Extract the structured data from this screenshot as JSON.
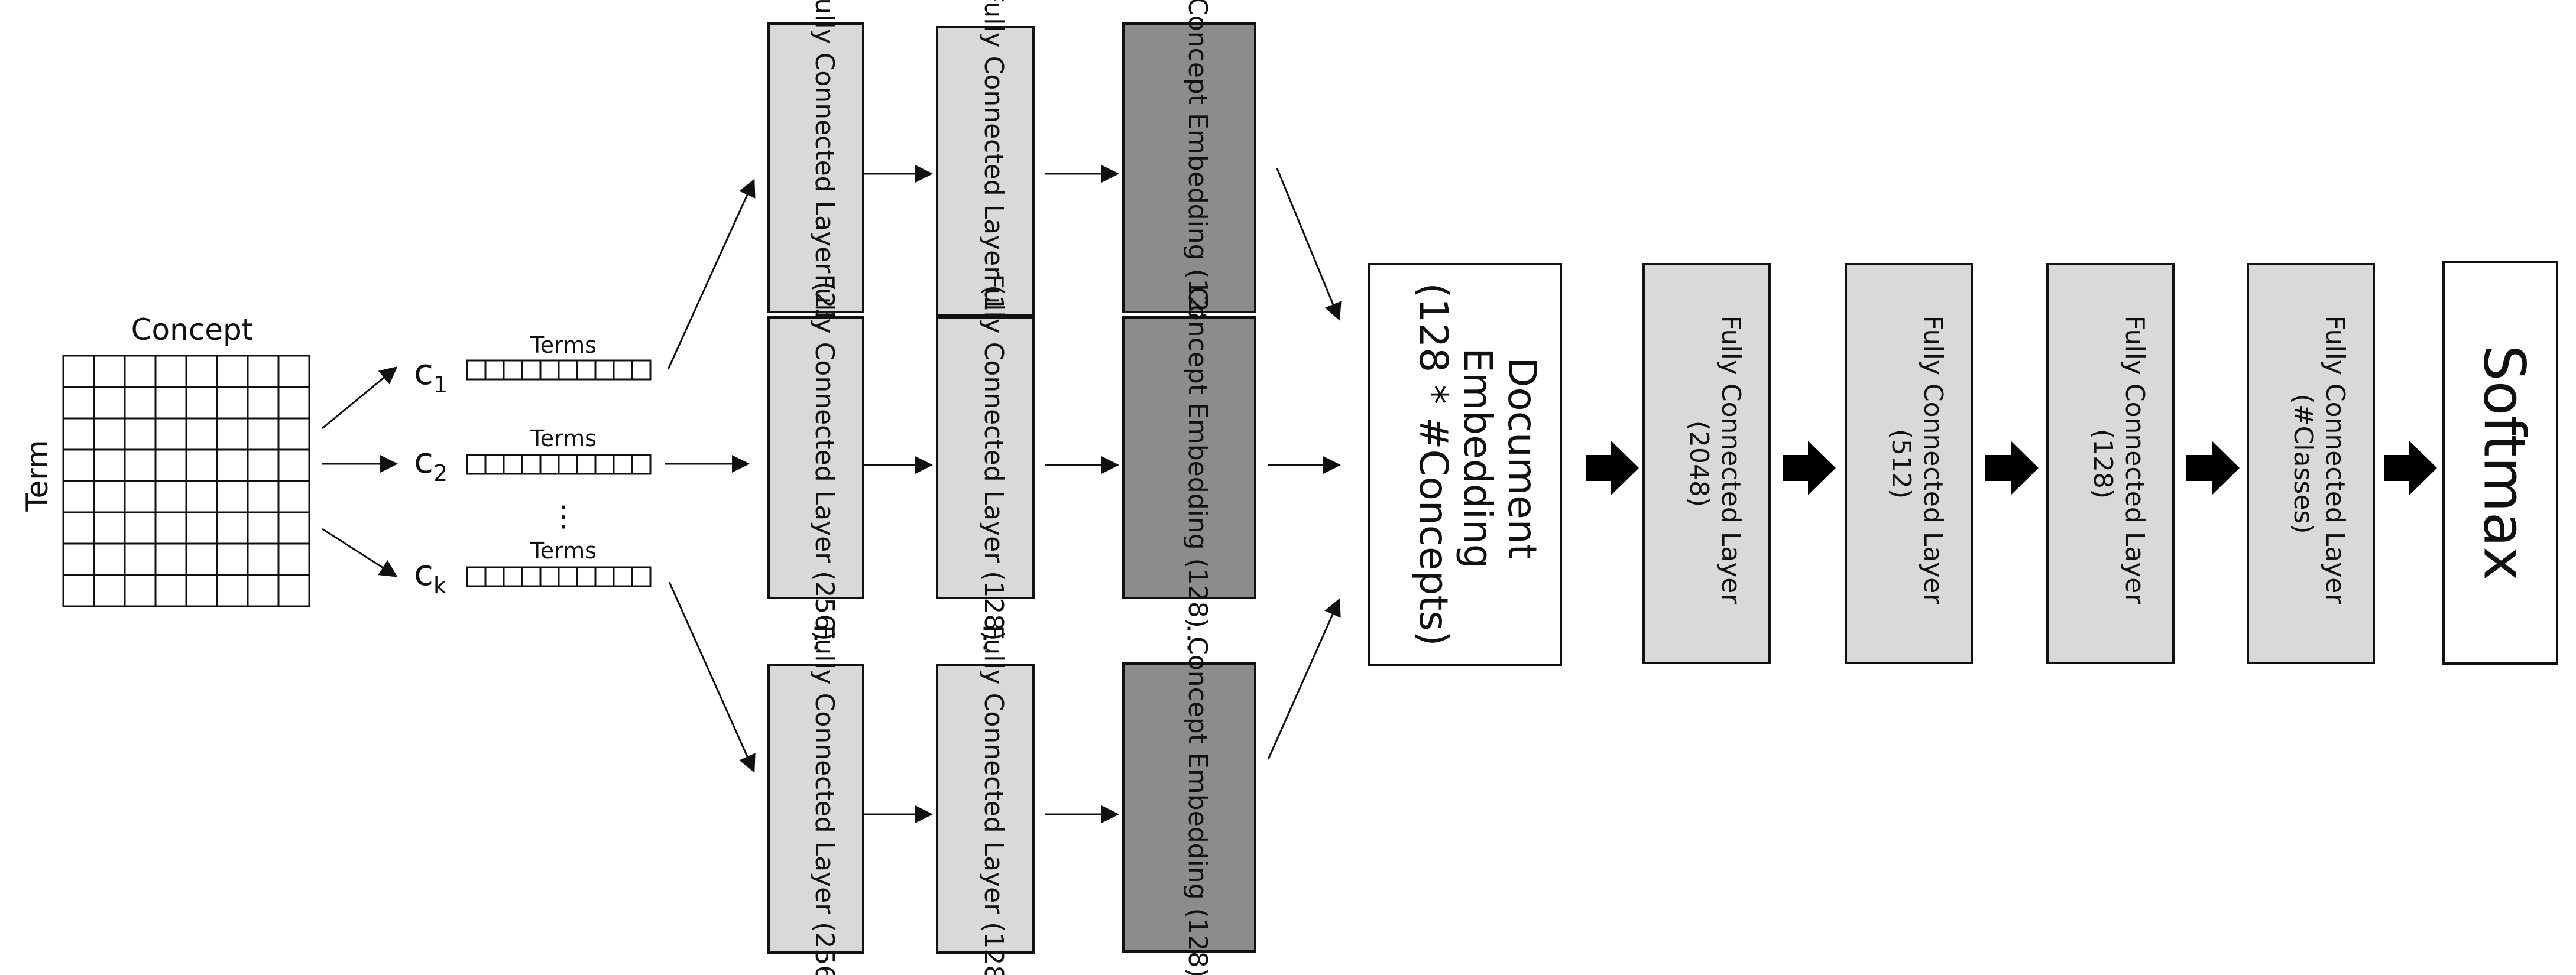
{
  "matrix": {
    "title": "Concept",
    "side_label": "Term"
  },
  "concepts": [
    {
      "symbol": "c",
      "subscript": "1",
      "terms_label": "Terms"
    },
    {
      "symbol": "c",
      "subscript": "2",
      "terms_label": "Terms"
    },
    {
      "symbol": "c",
      "subscript": "k",
      "terms_label": "Terms"
    }
  ],
  "ellipsis": "⋮",
  "branch_layers": {
    "fc256": "Fully Connected Layer (256)",
    "fc128": "Fully Connected Layer (128)",
    "concept_embedding": "Concept Embedding (128)"
  },
  "document_embedding": {
    "line1": "Document",
    "line2": "Embedding",
    "line3": "(128 * #Concepts)"
  },
  "head_layers": [
    {
      "line1": "Fully Connected Layer",
      "line2": "(2048)"
    },
    {
      "line1": "Fully Connected Layer",
      "line2": "(512)"
    },
    {
      "line1": "Fully Connected Layer",
      "line2": "(128)"
    },
    {
      "line1": "Fully Connected Layer",
      "line2": "(#Classes)"
    }
  ],
  "softmax": "Softmax",
  "colors": {
    "light_box": "#d9d9d9",
    "dark_box": "#8c8c8c",
    "white_box": "#ffffff",
    "stroke": "#111111"
  }
}
